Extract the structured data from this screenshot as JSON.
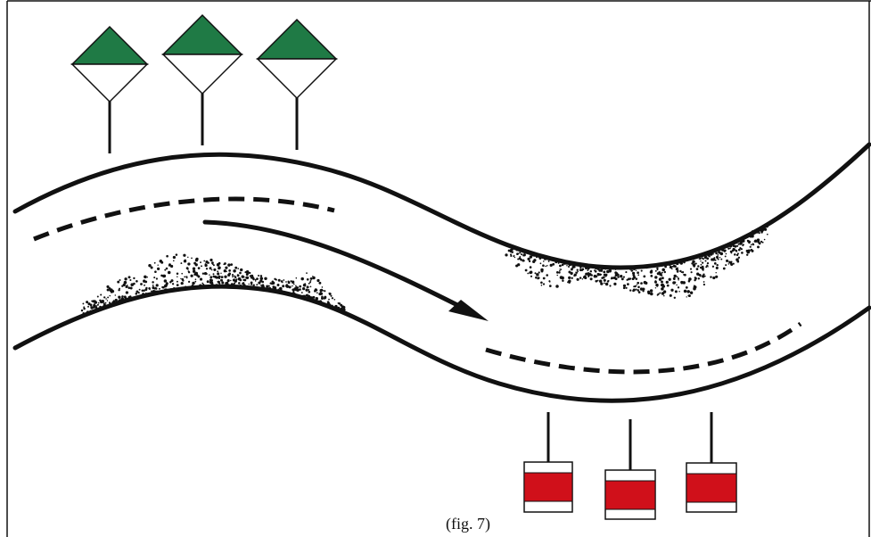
{
  "figure": {
    "caption": "(fig. 7)"
  },
  "colors": {
    "green_mark": "#1f7a45",
    "red_mark": "#d0101a",
    "ink": "#111111",
    "background": "#ffffff"
  },
  "marks": {
    "green_diamond_count": 3,
    "red_can_count": 3
  }
}
